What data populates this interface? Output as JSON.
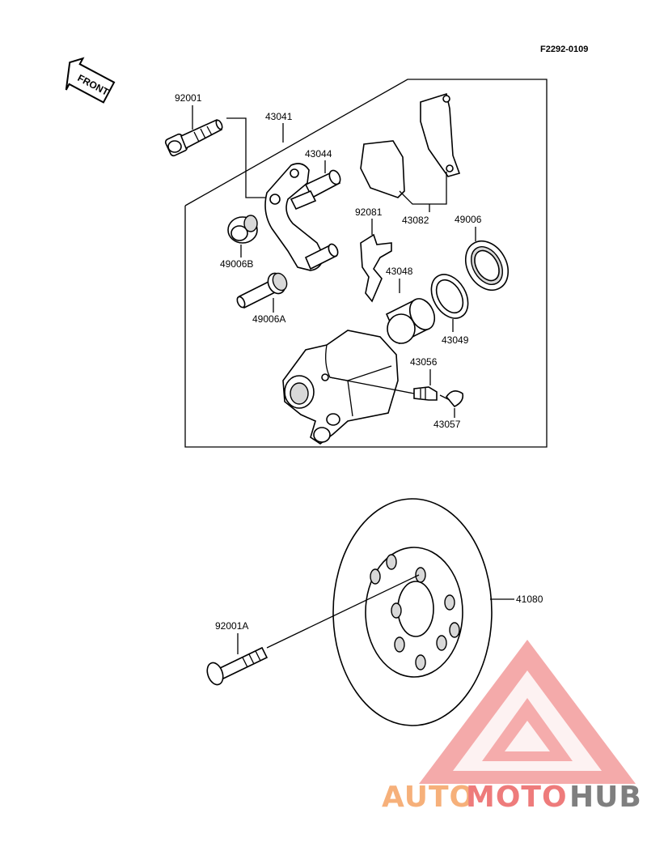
{
  "diagram_code": "F2292-0109",
  "front_label": "FRONT",
  "parts": {
    "p92001": "92001",
    "p43041": "43041",
    "p43044": "43044",
    "p43082": "43082",
    "p92081": "92081",
    "p49006": "49006",
    "p49006B": "49006B",
    "p49006A": "49006A",
    "p43048": "43048",
    "p43049": "43049",
    "p43056": "43056",
    "p43057": "43057",
    "p41080": "41080",
    "p92001A": "92001A"
  },
  "watermark": {
    "word_auto": "AUTO",
    "word_moto": "MOTO",
    "word_hub": "HUB",
    "color_auto": "#f6b07a",
    "color_moto": "#ee7b7b",
    "color_hub": "#7f7f7f"
  }
}
